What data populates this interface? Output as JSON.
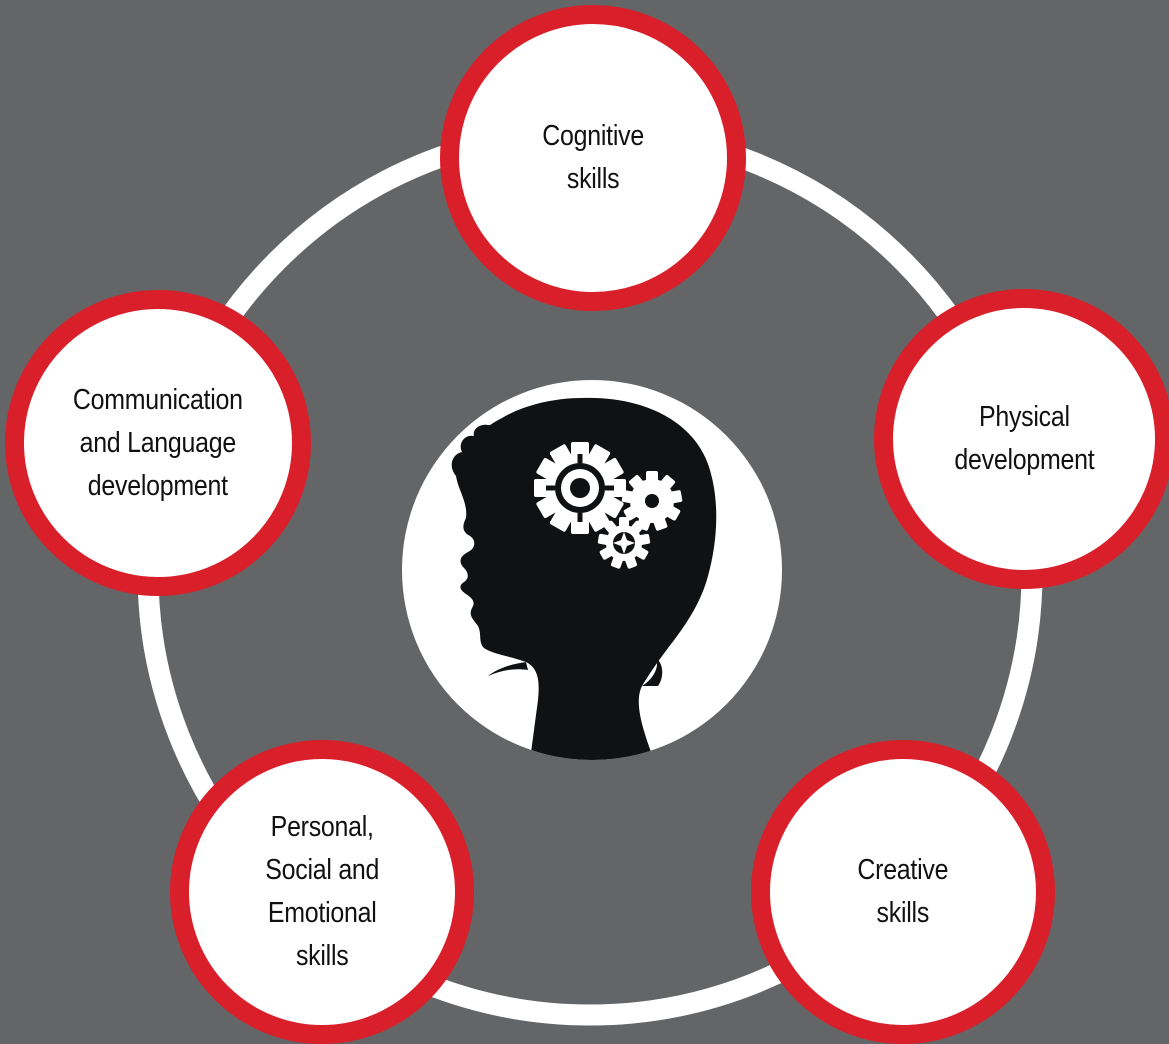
{
  "diagram": {
    "nodes": [
      {
        "id": "cognitive",
        "lines": [
          "Cognitive",
          "skills"
        ]
      },
      {
        "id": "physical",
        "lines": [
          "Physical",
          "development"
        ]
      },
      {
        "id": "creative",
        "lines": [
          "Creative",
          "skills"
        ]
      },
      {
        "id": "personal",
        "lines": [
          "Personal,",
          "Social and",
          "Emotional",
          "skills"
        ]
      },
      {
        "id": "communication",
        "lines": [
          "Communication",
          "and Language",
          "development"
        ]
      }
    ],
    "center_icon": "child-head-gears-icon"
  },
  "colors": {
    "background": "#646567",
    "ring": "#ffffff",
    "node_border": "#d81f2a",
    "node_fill": "#ffffff",
    "silhouette": "#0f1112",
    "gear": "#ffffff",
    "text": "#111111"
  }
}
